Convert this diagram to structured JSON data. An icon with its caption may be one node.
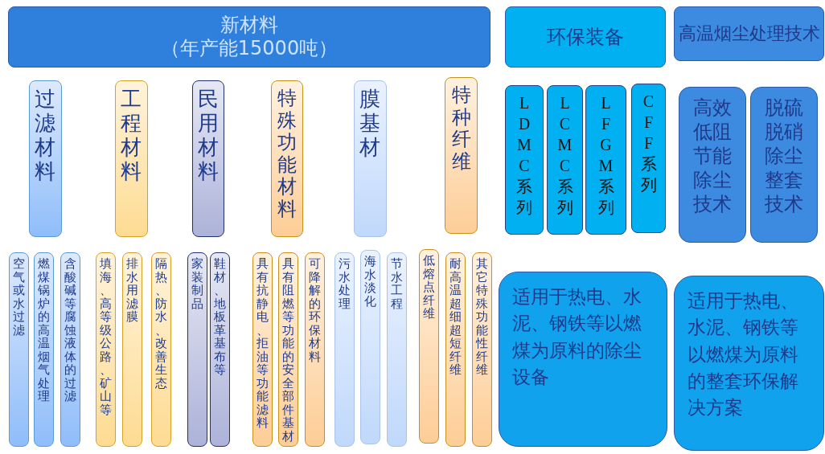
{
  "diagram": {
    "nodes": [
      {
        "text": [
          "新材料",
          "（年产能15000吨）"
        ]
      },
      {
        "text": [
          "环保装备"
        ]
      },
      {
        "text": [
          "高温烟尘处理技术"
        ]
      },
      {
        "text": [
          "过滤材料"
        ]
      },
      {
        "text": [
          "工程材料"
        ]
      },
      {
        "text": [
          "民用材料"
        ]
      },
      {
        "text": [
          "特殊功能材料"
        ]
      },
      {
        "text": [
          "膜基材"
        ]
      },
      {
        "text": [
          "特种纤维"
        ]
      },
      {
        "text": [
          "空气或水过滤"
        ]
      },
      {
        "text": [
          "燃煤锅炉的高温烟气处理"
        ]
      },
      {
        "text": [
          "含酸碱等腐蚀液体的过滤"
        ]
      },
      {
        "text": [
          "填海、高等级公路、矿山等"
        ]
      },
      {
        "text": [
          "排水用滤膜"
        ]
      },
      {
        "text": [
          "隔热、防水、改善生态"
        ]
      },
      {
        "text": [
          "家装制品"
        ]
      },
      {
        "text": [
          "鞋材、地板革基布等"
        ]
      },
      {
        "text": [
          "具有抗静电、拒油等功能滤料"
        ]
      },
      {
        "text": [
          "具有阻燃等功能的安全部件基材"
        ]
      },
      {
        "text": [
          "可降解的环保材料"
        ]
      },
      {
        "text": [
          "污水处理"
        ]
      },
      {
        "text": [
          "海水淡化"
        ]
      },
      {
        "text": [
          "节水工程"
        ]
      },
      {
        "text": [
          "低熔点纤维"
        ]
      },
      {
        "text": [
          "耐高温超细超短纤维"
        ]
      },
      {
        "text": [
          "其它特殊功能性纤维"
        ]
      },
      {
        "text": [
          "LDMC系列"
        ]
      },
      {
        "text": [
          "LCMC系列"
        ]
      },
      {
        "text": [
          "LFGM系列"
        ]
      },
      {
        "text": [
          "CFF系列"
        ]
      },
      {
        "text": [
          "高效低阻节能除尘技术"
        ]
      },
      {
        "text": [
          "脱硫脱硝除尘整套技术"
        ]
      },
      {
        "text": [
          "适用于热电、水泥、钢铁等以燃煤为原料的除尘设备"
        ]
      },
      {
        "text": [
          "适用于热电、水泥、钢铁等以燃煤为原料的整套环保解决方案"
        ]
      }
    ]
  }
}
